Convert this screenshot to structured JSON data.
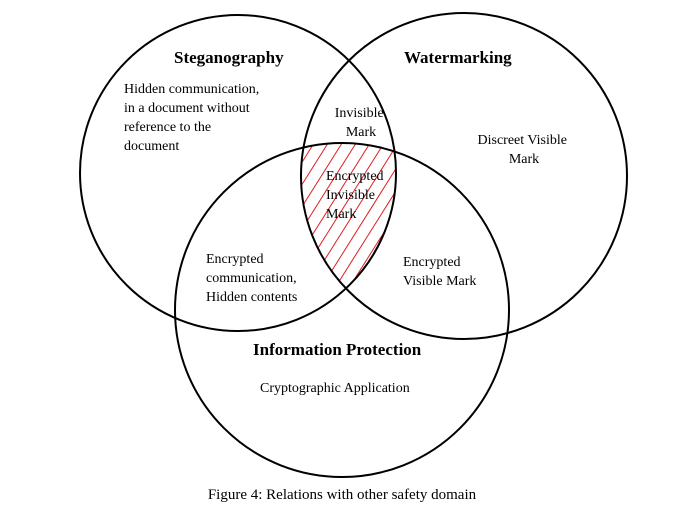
{
  "diagram": {
    "sets": {
      "steganography": {
        "title": "Steganography",
        "description": [
          "Hidden communication,",
          "in a document without",
          "reference to the",
          "document"
        ]
      },
      "watermarking": {
        "title": "Watermarking",
        "description": [
          "Discreet Visible",
          "Mark"
        ]
      },
      "information_protection": {
        "title": "Information Protection",
        "description": [
          "Cryptographic Application"
        ]
      }
    },
    "intersections": {
      "steganography_watermarking": [
        "Invisible",
        "Mark"
      ],
      "steganography_information_protection": [
        "Encrypted",
        "communication,",
        "Hidden contents"
      ],
      "watermarking_information_protection": [
        "Encrypted",
        "Visible Mark"
      ],
      "all_three": [
        "Encrypted",
        "Invisible",
        "Mark"
      ]
    },
    "highlight_color": "#e02020"
  },
  "caption": "Figure 4: Relations with other safety domain"
}
